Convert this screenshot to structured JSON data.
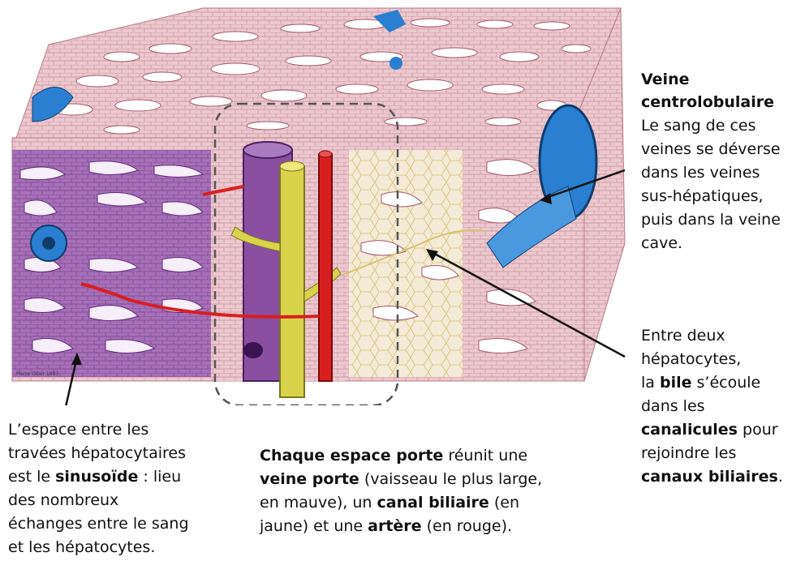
{
  "colors": {
    "portal_vein": "#8a4fa0",
    "bile_duct": "#d8d34a",
    "artery": "#d81f1f",
    "central_vein": "#2a7fd0",
    "tissue": "#e9c9cf",
    "sinusoid": "#ffffff"
  },
  "signature": "Pierre Ollier 1993",
  "labels": {
    "central_vein": {
      "title1": "Veine",
      "title2": "centrolobulaire",
      "l1": "Le sang de ces",
      "l2": "veines se déverse",
      "l3": "dans les veines",
      "l4": "sus-hépatiques,",
      "l5": "puis dans la veine",
      "l6": "cave."
    },
    "bile": {
      "l1": "Entre deux",
      "l2": "hépatocytes,",
      "l3a": "la ",
      "l3b": "bile",
      "l3c": " s’écoule",
      "l4": "dans les",
      "l5a": "canalicules",
      "l5b": " pour",
      "l6": "rejoindre les",
      "l7a": "canaux biliaires",
      "l7b": "."
    },
    "sinusoid": {
      "l1": "L’espace entre les",
      "l2": "travées hépatocytaires",
      "l3a": "est le ",
      "l3b": "sinusoïde",
      "l3c": " : lieu",
      "l4": "des nombreux",
      "l5": "échanges entre le sang",
      "l6": "et les hépatocytes."
    },
    "portal_space": {
      "l1a": "Chaque espace porte",
      "l1b": " réunit une",
      "l2a": "veine porte",
      "l2b": " (vaisseau le plus large,",
      "l3a": "en mauve), un ",
      "l3b": "canal biliaire",
      "l3c": " (en",
      "l4a": "jaune) et une ",
      "l4b": "artère",
      "l4c": " (en rouge)."
    }
  }
}
